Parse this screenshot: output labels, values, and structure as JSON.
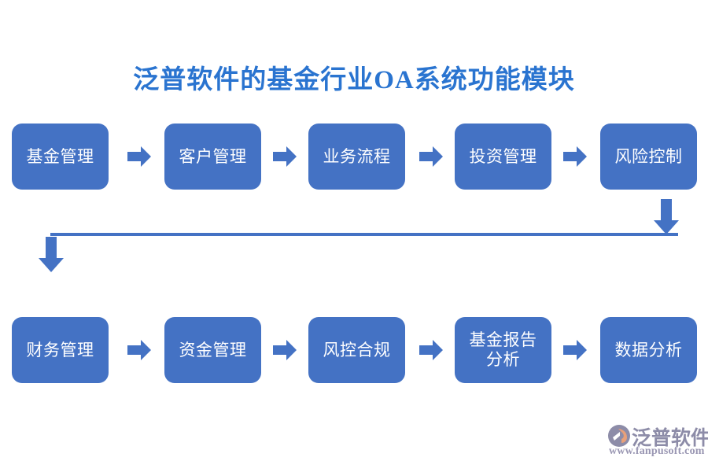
{
  "title": "泛普软件的基金行业OA系统功能模块",
  "colors": {
    "box_fill": "#4472C4",
    "box_text": "#FFFFFF",
    "title_text": "#2A74D0",
    "connector": "#4472C4",
    "logo_text": "#8D8CA8",
    "logo_accent": "#E8A07A",
    "background": "#FFFFFF"
  },
  "chart_data": {
    "type": "diagram",
    "subtype": "flowchart",
    "title": "泛普软件的基金行业OA系统功能模块",
    "rows": [
      {
        "index": 1,
        "nodes": [
          "基金管理",
          "客户管理",
          "业务流程",
          "投资管理",
          "风险控制"
        ],
        "connector": "arrow-right"
      },
      {
        "index": 2,
        "nodes": [
          "财务管理",
          "资金管理",
          "风控合规",
          "基金报告\n分析",
          "数据分析"
        ],
        "connector": "arrow-right"
      }
    ],
    "row_link": {
      "from_row": 1,
      "to_row": 2,
      "style": "down-arrow + horizontal-line + down-arrow",
      "direction": "right-end to left-start"
    }
  },
  "row1": {
    "nodes": [
      {
        "label": "基金管理"
      },
      {
        "label": "客户管理"
      },
      {
        "label": "业务流程"
      },
      {
        "label": "投资管理"
      },
      {
        "label": "风险控制"
      }
    ]
  },
  "row2": {
    "nodes": [
      {
        "label": "财务管理"
      },
      {
        "label": "资金管理"
      },
      {
        "label": "风控合规"
      },
      {
        "label": "基金报告\n分析"
      },
      {
        "label": "数据分析"
      }
    ]
  },
  "logo": {
    "name": "泛普软件",
    "url": "www.fanpusoft.com"
  }
}
